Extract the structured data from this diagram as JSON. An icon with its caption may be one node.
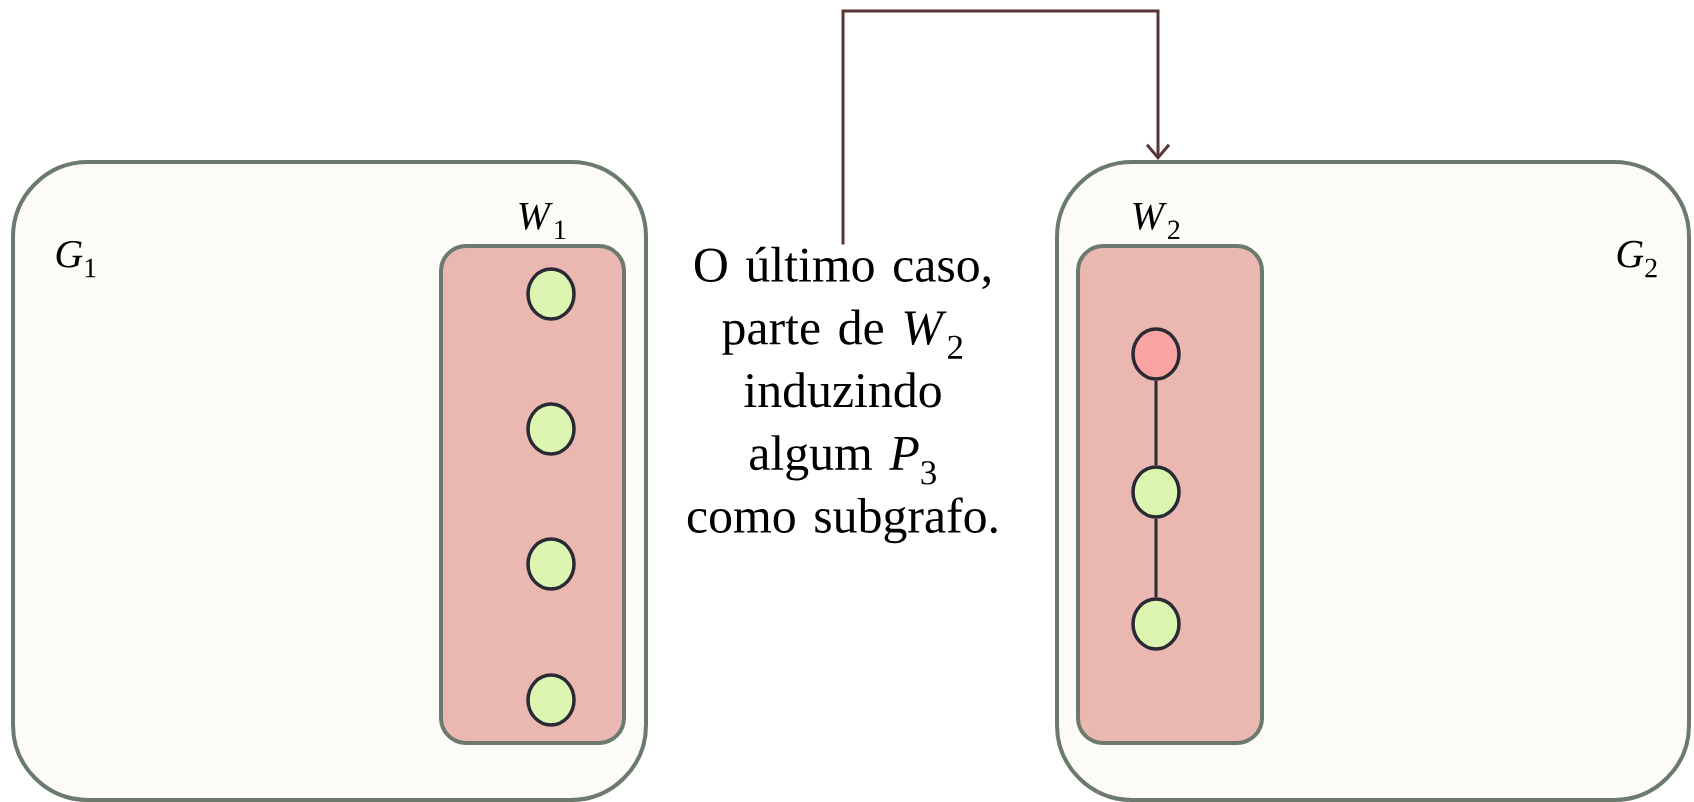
{
  "diagram": {
    "nodes": [
      {
        "text": [
          "*G*$_{1}$"
        ]
      },
      {
        "text": [
          "*W*$_{1}$"
        ],
        "in": 0
      },
      {
        "text": [],
        "shape": "ellipse",
        "in": 1
      },
      {
        "text": [],
        "shape": "ellipse",
        "in": 1
      },
      {
        "text": [],
        "shape": "ellipse",
        "in": 1
      },
      {
        "text": [],
        "shape": "ellipse",
        "in": 1
      },
      {
        "text": [
          "O último caso, parte de *W*$_{2}$ induzindo algum *P*$_{3}$ como subgrafo."
        ]
      },
      {
        "text": [
          "*G*$_{2}$"
        ]
      },
      {
        "text": [
          "*W*$_{2}$"
        ],
        "in": 7
      },
      {
        "text": [],
        "shape": "ellipse",
        "in": 8
      },
      {
        "text": [],
        "shape": "ellipse",
        "in": 8
      },
      {
        "text": [],
        "shape": "ellipse",
        "in": 8
      }
    ],
    "edges": [
      {
        "from": 6,
        "to": 7,
        "arrow": "to",
        "color": "#5a3535"
      },
      {
        "from": 9,
        "to": 10,
        "arrow": "none"
      },
      {
        "from": 10,
        "to": 11,
        "arrow": "none"
      }
    ]
  }
}
